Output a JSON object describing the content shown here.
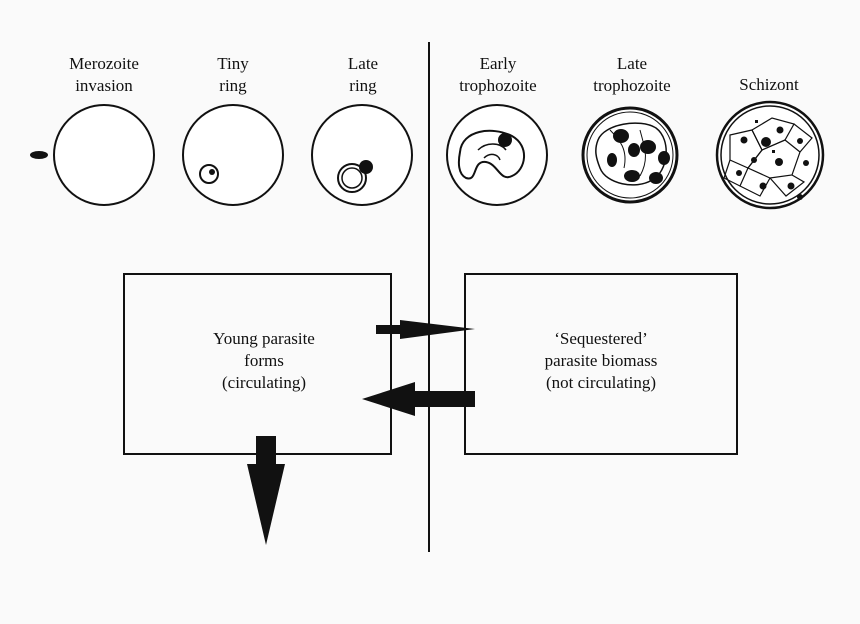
{
  "stages": [
    {
      "id": "merozoite-invasion",
      "label": "Merozoite\ninvasion"
    },
    {
      "id": "tiny-ring",
      "label": "Tiny\nring"
    },
    {
      "id": "late-ring",
      "label": "Late\nring"
    },
    {
      "id": "early-trophozoite",
      "label": "Early\ntrophozoite"
    },
    {
      "id": "late-trophozoite",
      "label": "Late\ntrophozoite"
    },
    {
      "id": "schizont",
      "label": "Schizont"
    }
  ],
  "boxes": {
    "circulating": "Young parasite\nforms\n(circulating)",
    "sequestered": "‘Sequestered’\nparasite biomass\n(not circulating)"
  }
}
